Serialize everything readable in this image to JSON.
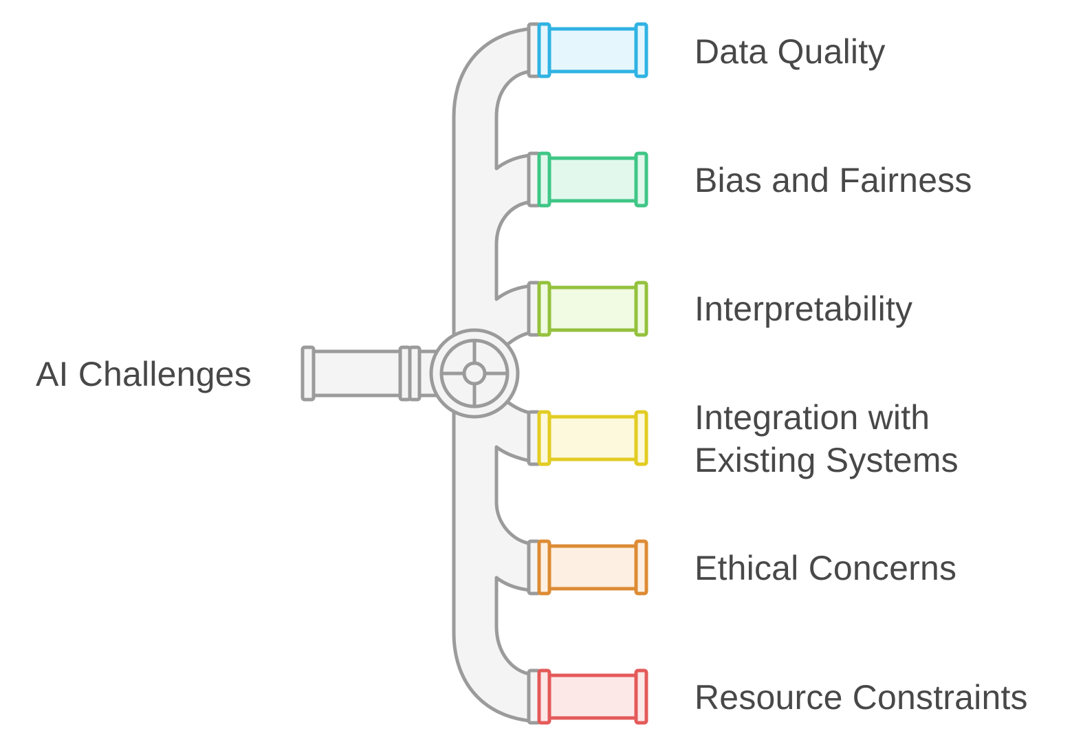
{
  "source": {
    "label": "AI Challenges"
  },
  "branches": [
    {
      "label": "Data Quality",
      "lines": [
        "Data Quality"
      ],
      "color": "#2fb3e3",
      "fill": "#e6f6fd"
    },
    {
      "label": "Bias and Fairness",
      "lines": [
        "Bias and Fairness"
      ],
      "color": "#3fc686",
      "fill": "#e2f8ed"
    },
    {
      "label": "Interpretability",
      "lines": [
        "Interpretability"
      ],
      "color": "#94c13c",
      "fill": "#f1fae2"
    },
    {
      "label": "Integration with Existing Systems",
      "lines": [
        "Integration with",
        "Existing Systems"
      ],
      "color": "#e2cc22",
      "fill": "#fcf9dc"
    },
    {
      "label": "Ethical Concerns",
      "lines": [
        "Ethical Concerns"
      ],
      "color": "#dd8b34",
      "fill": "#fdf0e2"
    },
    {
      "label": "Resource Constraints",
      "lines": [
        "Resource Constraints"
      ],
      "color": "#e45a5a",
      "fill": "#fde8e8"
    }
  ],
  "pipe_color": "#9b9b9b",
  "pipe_fill": "#f4f4f4",
  "icons": [
    "valve-icon"
  ]
}
